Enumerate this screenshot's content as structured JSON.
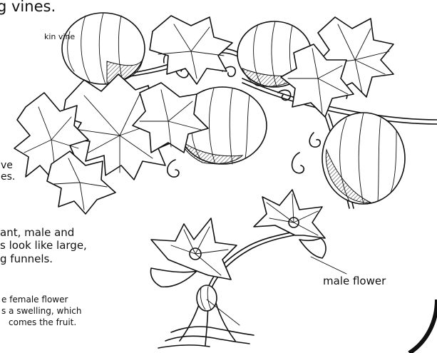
{
  "labels": {
    "title_fragment": "g vines.",
    "vine_fragment": "kin vine",
    "leaves_fragment_1": "ve",
    "leaves_fragment_2": "es.",
    "flowers_line_1": "ant, male and",
    "flowers_line_2": "s look like large,",
    "flowers_line_3": "g funnels.",
    "female_line_1": "e female flower",
    "female_line_2": "s a swelling, which",
    "female_line_3": "comes the fruit.",
    "male_flower": "male flower"
  }
}
